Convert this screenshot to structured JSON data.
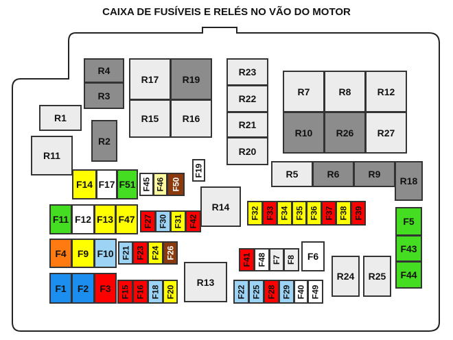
{
  "title": "CAIXA DE FUSÍVEIS E RELÉS NO VÃO DO MOTOR",
  "relays": {
    "R1": "R1",
    "R2": "R2",
    "R3": "R3",
    "R4": "R4",
    "R5": "R5",
    "R6": "R6",
    "R7": "R7",
    "R8": "R8",
    "R9": "R9",
    "R10": "R10",
    "R11": "R11",
    "R12": "R12",
    "R13": "R13",
    "R14": "R14",
    "R15": "R15",
    "R16": "R16",
    "R17": "R17",
    "R18": "R18",
    "R19": "R19",
    "R20": "R20",
    "R21": "R21",
    "R22": "R22",
    "R23": "R23",
    "R24": "R24",
    "R25": "R25",
    "R26": "R26",
    "R27": "R27"
  },
  "fuses": {
    "F1": "F1",
    "F2": "F2",
    "F3": "F3",
    "F4": "F4",
    "F5": "F5",
    "F6": "F6",
    "F7": "F7",
    "F8": "F8",
    "F9": "F9",
    "F10": "F10",
    "F11": "F11",
    "F12": "F12",
    "F13": "F13",
    "F14": "F14",
    "F15": "F15",
    "F16": "F16",
    "F17": "F17",
    "F18": "F18",
    "F19": "F19",
    "F20": "F20",
    "F21": "F21",
    "F22": "F22",
    "F23": "F23",
    "F24": "F24",
    "F25": "F25",
    "F26": "F26",
    "F27": "F27",
    "F28": "F28",
    "F29": "F29",
    "F30": "F30",
    "F31": "F31",
    "F32": "F32",
    "F33": "F33",
    "F34": "F34",
    "F35": "F35",
    "F36": "F36",
    "F37": "F37",
    "F38": "F38",
    "F39": "F39",
    "F40": "F40",
    "F41": "F41",
    "F42": "F42",
    "F43": "F43",
    "F44": "F44",
    "F45": "F45",
    "F46": "F46",
    "F47": "F47",
    "F48": "F48",
    "F49": "F49",
    "F50": "F50",
    "F51": "F51"
  },
  "colors": {
    "yellow": "#ffff00",
    "red": "#ff0000",
    "green": "#44dd22",
    "light_blue": "#9dd4f5",
    "blue": "#1c8ef0",
    "orange": "#ff7a10",
    "brown": "#8b3a0e",
    "relay_light": "#ececec",
    "relay_dark": "#8c8c8c"
  }
}
